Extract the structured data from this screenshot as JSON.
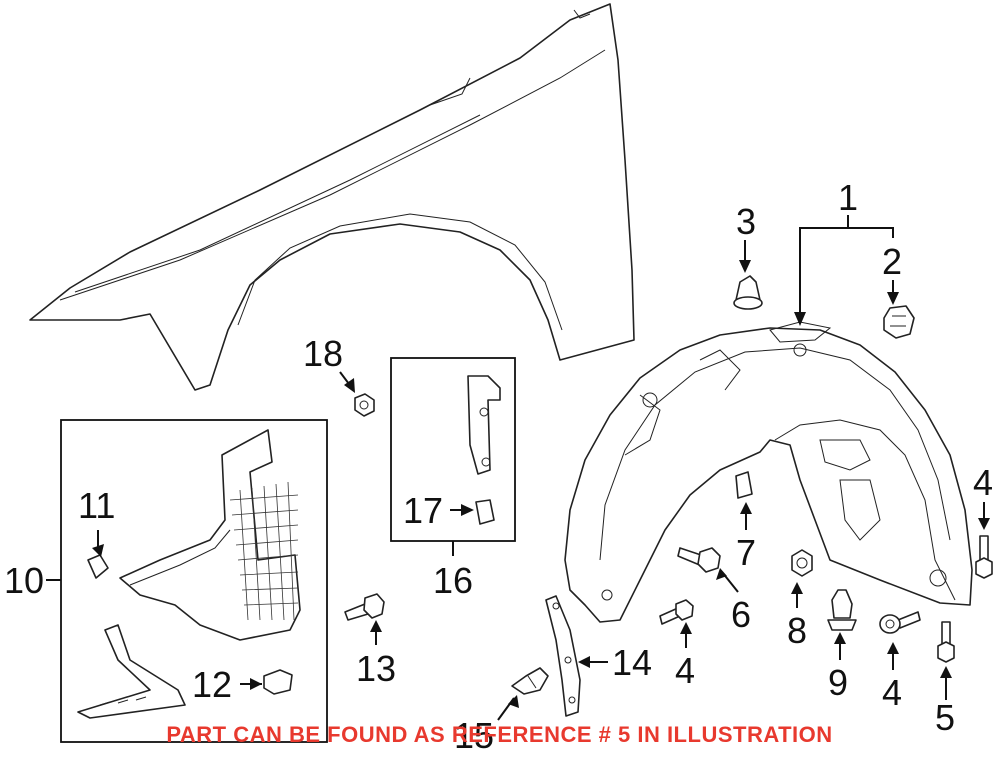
{
  "callouts": {
    "c1": "1",
    "c2": "2",
    "c3": "3",
    "c4a": "4",
    "c4b": "4",
    "c4c": "4",
    "c5": "5",
    "c6": "6",
    "c7": "7",
    "c8": "8",
    "c9": "9",
    "c10": "10",
    "c11": "11",
    "c12": "12",
    "c13": "13",
    "c14": "14",
    "c15": "15",
    "c16": "16",
    "c17": "17",
    "c18": "18"
  },
  "banner": "PART CAN BE FOUND AS REFERENCE # 5 IN ILLUSTRATION",
  "colors": {
    "banner": "#e8392e",
    "line": "#222222"
  }
}
